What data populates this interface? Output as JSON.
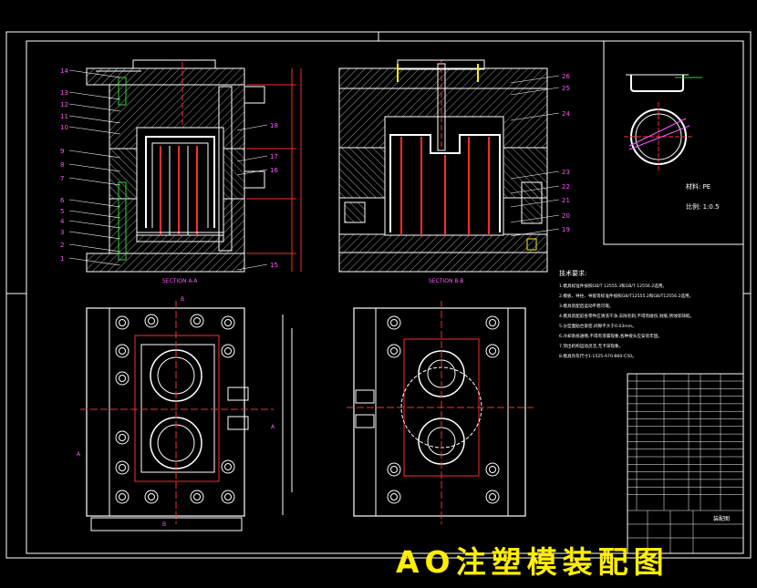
{
  "colors": {
    "bg": "#000000",
    "line": "#ffffff",
    "hatch": "#9a9a9a",
    "red": "#ff2a2a",
    "blue": "#5a8cff",
    "magenta": "#ff55ff",
    "yellow": "#ffee00",
    "green": "#22dd33"
  },
  "section_aa_caption": "SECTION A-A",
  "section_bb_caption": "SECTION B-B",
  "left_part_numbers": [
    "14",
    "13",
    "12",
    "11",
    "10",
    "9",
    "8",
    "7",
    "6",
    "5",
    "4",
    "3",
    "2",
    "1"
  ],
  "right_mid_numbers": [
    "18",
    "17",
    "16",
    "15"
  ],
  "right_part_numbers": [
    "26",
    "25",
    "24",
    "23",
    "22",
    "21",
    "20",
    "19"
  ],
  "section_markers": {
    "a_left": "A",
    "a_right": "A",
    "b_top": "B",
    "b_bottom": "B"
  },
  "detail": {
    "material": "材料: PE",
    "ratio": "比例: 1:0.5"
  },
  "tech_title": "技术要求:",
  "tech_requirements": [
    "1.模具标准件按照GB/T 12555.3和GB/T 12556.2选用。",
    "2.模板、导柱、导套等标准件按照GB/T12555.2和GB/T12556.2选用。",
    "3.模具装配后运动平稳可靠。",
    "4.模具装配前各零件应清洗干净,去除毛刺,不得有碰伤,划痕,锈蚀等缺陷。",
    "5.分型面贴合紧密,间隙不大于0.03mm。",
    "6.冷却系统通畅,不得有渗漏现象,各种接头应安装牢固。",
    "7.顶出机构运动灵活,无卡滞现象。",
    "8.模具外形尺寸1-1525-A70-B60-C50。"
  ],
  "title_block": {
    "title": "装配图"
  },
  "watermark": "AO注塑模装配图"
}
